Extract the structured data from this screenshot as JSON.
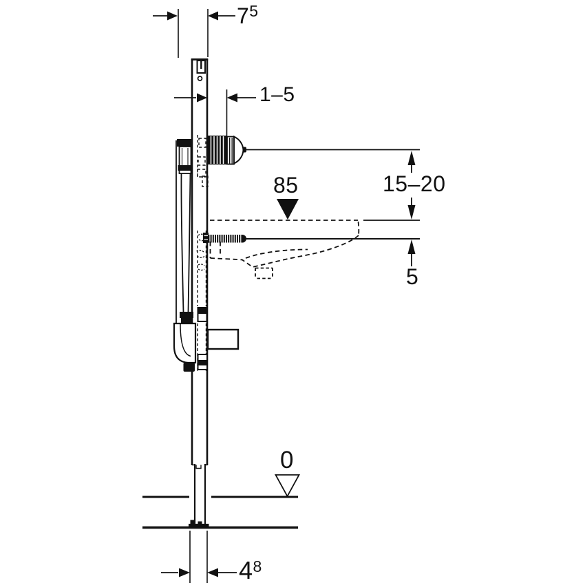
{
  "drawing": {
    "type": "installation-element-technical-drawing",
    "colors": {
      "line": "#111111",
      "background": "#ffffff"
    },
    "dimensions": {
      "frame_depth": {
        "value": "7",
        "sup": "5"
      },
      "wall_finish_range": {
        "value": "1–5"
      },
      "rim_height": {
        "value": "85"
      },
      "supply_above_rim": {
        "value": "15–20"
      },
      "fixing_below_rim": {
        "value": "5"
      },
      "floor_level": {
        "value": "0"
      },
      "fixing_depth": {
        "value": "4",
        "sup": "8"
      }
    }
  }
}
